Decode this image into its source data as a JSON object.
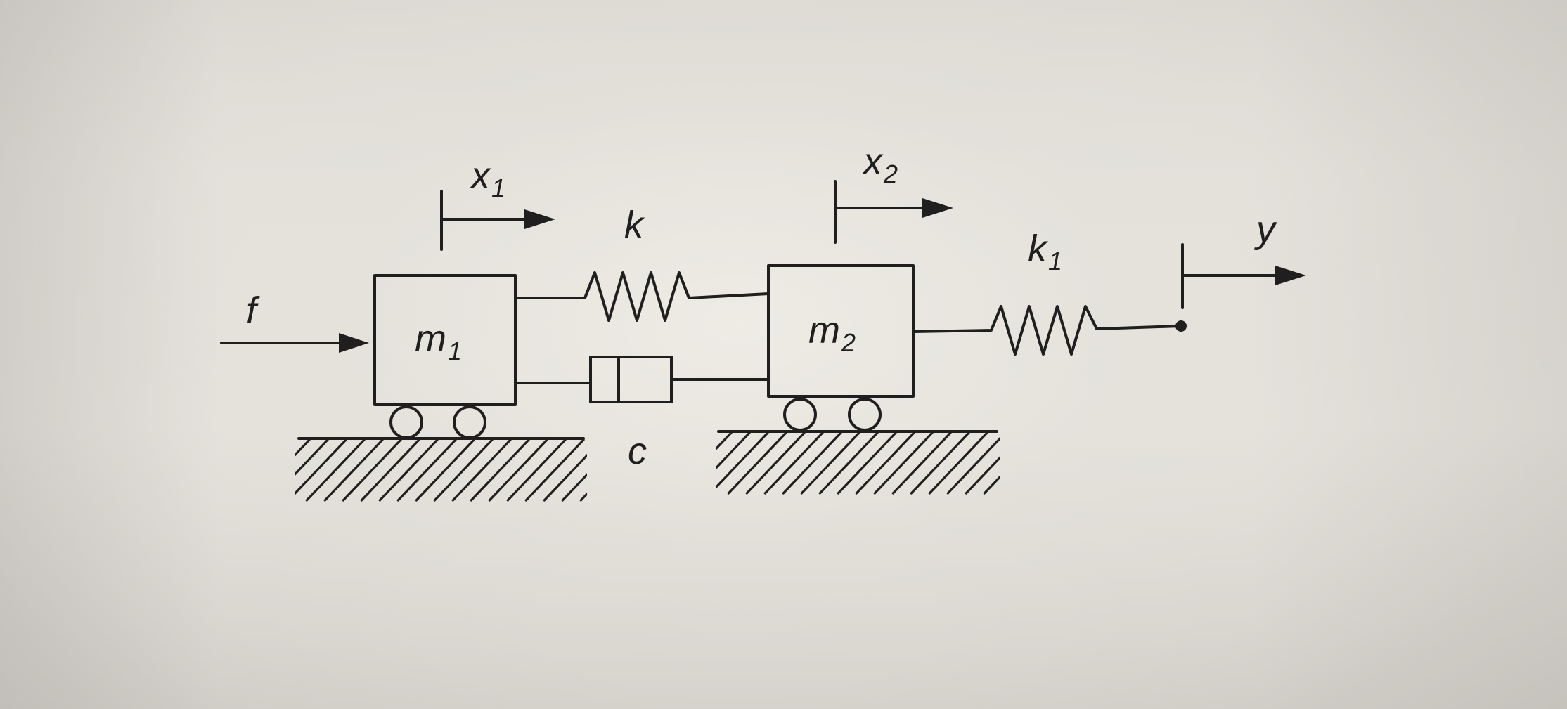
{
  "labels": {
    "f": "f",
    "m1_base": "m",
    "m1_sub": "1",
    "m2_base": "m",
    "m2_sub": "2",
    "x1_base": "x",
    "x1_sub": "1",
    "x2_base": "x",
    "x2_sub": "2",
    "k": "k",
    "k1_base": "k",
    "k1_sub": "1",
    "c": "c",
    "y": "y"
  }
}
